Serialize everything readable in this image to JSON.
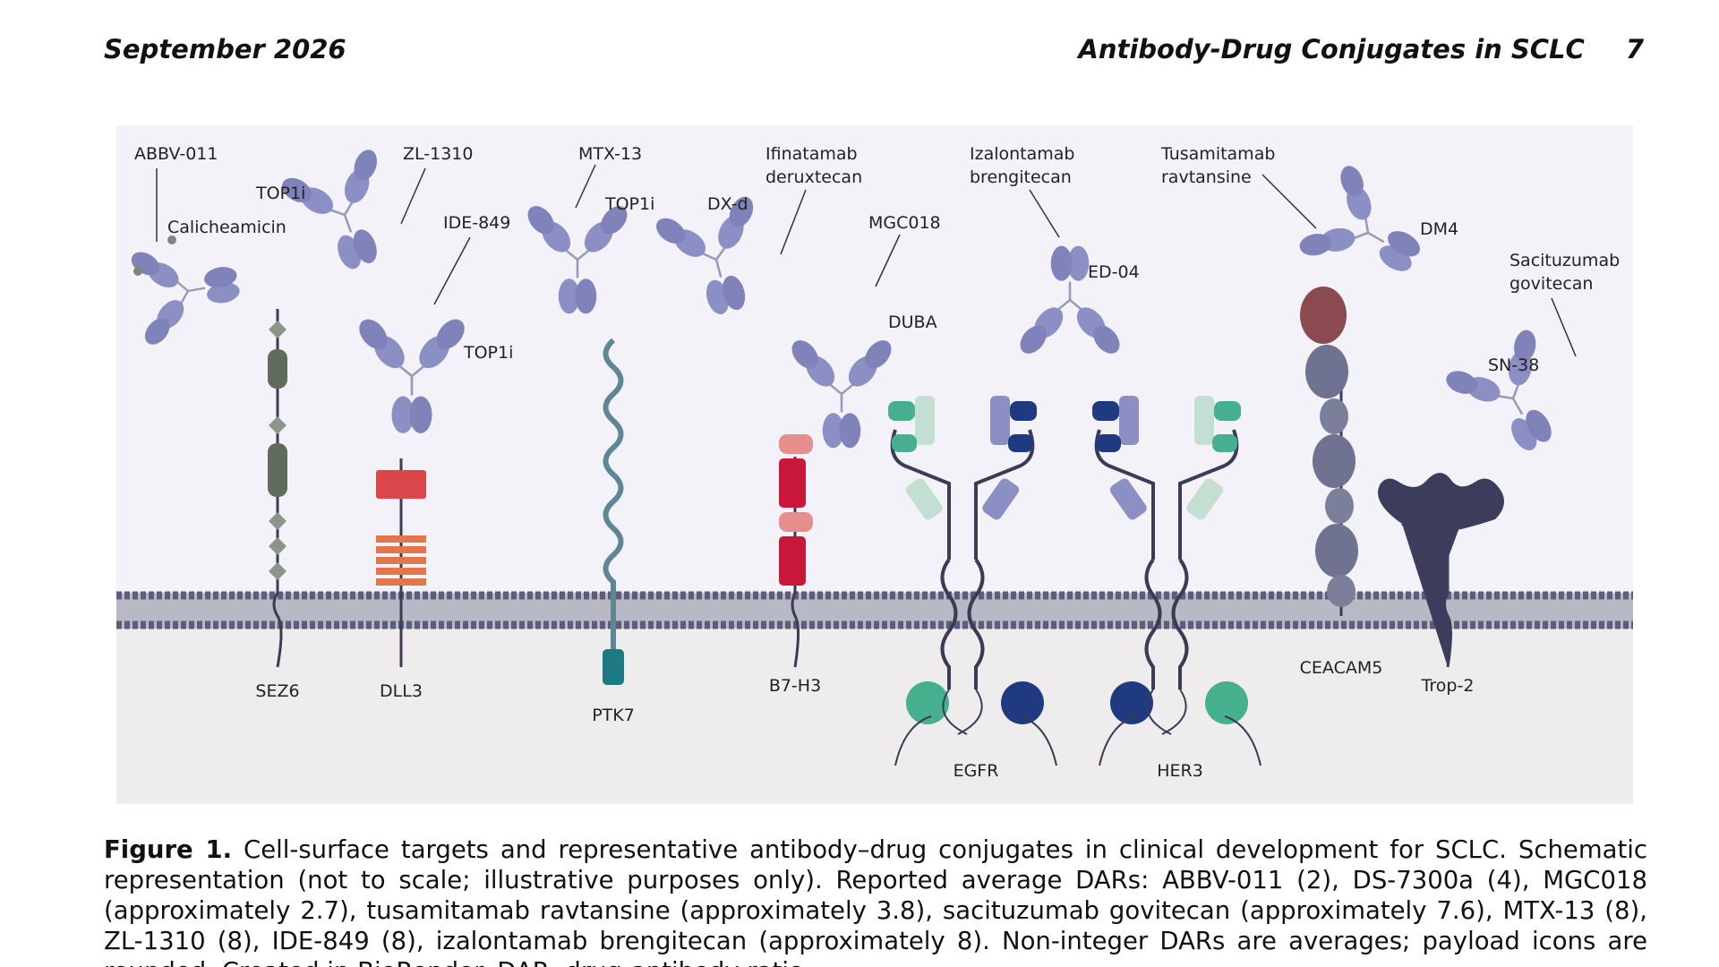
{
  "header": {
    "date": "September 2026",
    "running_title": "Antibody-Drug Conjugates in SCLC",
    "page_number": "7"
  },
  "figure": {
    "targets": [
      "SEZ6",
      "DLL3",
      "PTK7",
      "B7-H3",
      "EGFR",
      "HER3",
      "CEACAM5",
      "Trop-2"
    ],
    "drugs": {
      "abbv": "ABBV-011",
      "zl": "ZL-1310",
      "ide": "IDE-849",
      "mtx": "MTX-13",
      "ifi1": "Ifinatamab",
      "ifi2": "deruxtecan",
      "mgc": "MGC018",
      "iza1": "Izalontamab",
      "iza2": "brengitecan",
      "tus1": "Tusamitamab",
      "tus2": "ravtansine",
      "sac1": "Sacituzumab",
      "sac2": "govitecan"
    },
    "payloads": {
      "calicheamicin": "Calicheamicin",
      "top1i_zl": "TOP1i",
      "top1i_ide": "TOP1i",
      "top1i_mtx": "TOP1i",
      "dxd": "DX-d",
      "duba": "DUBA",
      "ed04": "ED-04",
      "dm4": "DM4",
      "sn38": "SN-38"
    },
    "colors": {
      "background": "#f3f2f9",
      "cytoplasm": "#eeecec",
      "antibody": "#8b8fc4",
      "membrane": "#5b5d7a"
    }
  },
  "caption": {
    "label": "Figure 1.",
    "text": "Cell-surface targets and representative antibody–drug conjugates in clinical development for SCLC. Schematic representation (not to scale; illustrative purposes only). Reported average DARs: ABBV-011 (2), DS-7300a (4), MGC018 (approximately 2.7), tusamitamab ravtansine (approximately 3.8), sacituzumab govitecan (approximately 7.6), MTX-13 (8), ZL-1310 (8), IDE-849 (8), izalontamab brengitecan (approximately 8). Non-integer DARs are averages; payload icons are rounded. Created in BioRender. DAR, drug-antibody ratio."
  }
}
